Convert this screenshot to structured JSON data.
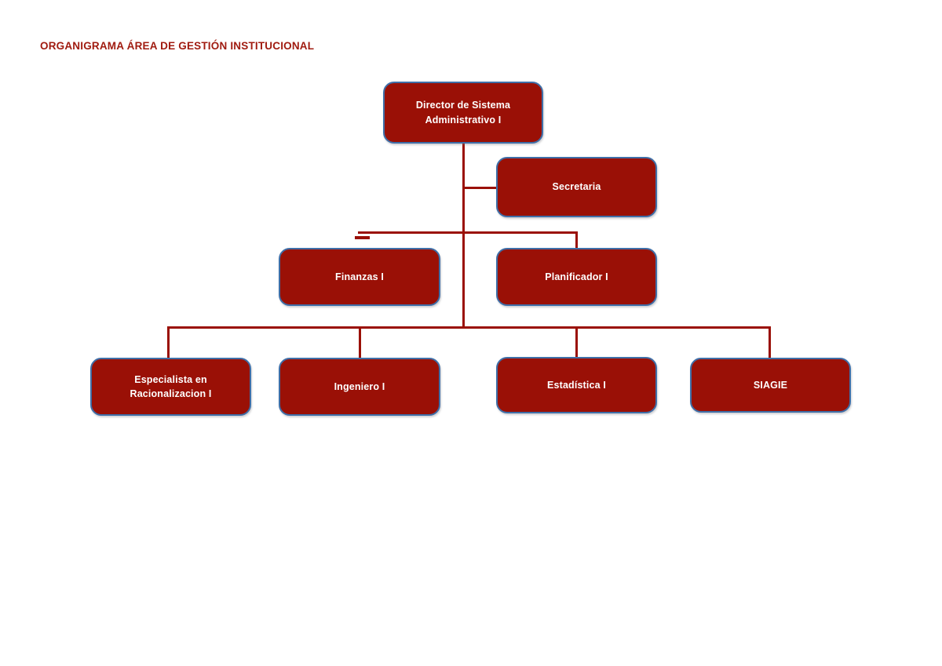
{
  "document": {
    "title": "ORGANIGRAMA ÁREA DE GESTIÓN INSTITUCIONAL",
    "title_color": "#a01b10",
    "background_color": "#ffffff"
  },
  "theme": {
    "node_fill": "#9a1006",
    "node_border": "#3f6fa8",
    "node_text": "#ffffff",
    "connector_color": "#9a1006"
  },
  "chart_data": {
    "type": "diagram",
    "diagram_kind": "organizational-chart",
    "title": "ORGANIGRAMA ÁREA DE GESTIÓN INSTITUCIONAL",
    "nodes": [
      {
        "id": "director",
        "label": "Director de Sistema\nAdministrativo I",
        "level": 0
      },
      {
        "id": "secretaria",
        "label": "Secretaria",
        "level": 1
      },
      {
        "id": "finanzas",
        "label": "Finanzas I",
        "level": 2
      },
      {
        "id": "planificador",
        "label": "Planificador I",
        "level": 2
      },
      {
        "id": "especialista",
        "label": "Especialista en\nRacionalizacion I",
        "level": 3
      },
      {
        "id": "ingeniero",
        "label": "Ingeniero I",
        "level": 3
      },
      {
        "id": "estadistica",
        "label": "Estadística I",
        "level": 3
      },
      {
        "id": "siagie",
        "label": "SIAGIE",
        "level": 3
      }
    ],
    "edges": [
      {
        "from": "director",
        "to": "secretaria",
        "style": "staff"
      },
      {
        "from": "director",
        "to": "finanzas",
        "style": "line"
      },
      {
        "from": "director",
        "to": "planificador",
        "style": "line"
      },
      {
        "from": "director",
        "to": "especialista",
        "style": "line"
      },
      {
        "from": "director",
        "to": "ingeniero",
        "style": "line"
      },
      {
        "from": "director",
        "to": "estadistica",
        "style": "line"
      },
      {
        "from": "director",
        "to": "siagie",
        "style": "line"
      }
    ]
  },
  "nodes": {
    "director": {
      "label": "Director de Sistema\nAdministrativo I"
    },
    "secretaria": {
      "label": "Secretaria"
    },
    "finanzas": {
      "label": "Finanzas I"
    },
    "planificador": {
      "label": "Planificador I"
    },
    "especialista": {
      "label": "Especialista en\nRacionalizacion I"
    },
    "ingeniero": {
      "label": "Ingeniero I"
    },
    "estadistica": {
      "label": "Estadística I"
    },
    "siagie": {
      "label": "SIAGIE"
    }
  }
}
